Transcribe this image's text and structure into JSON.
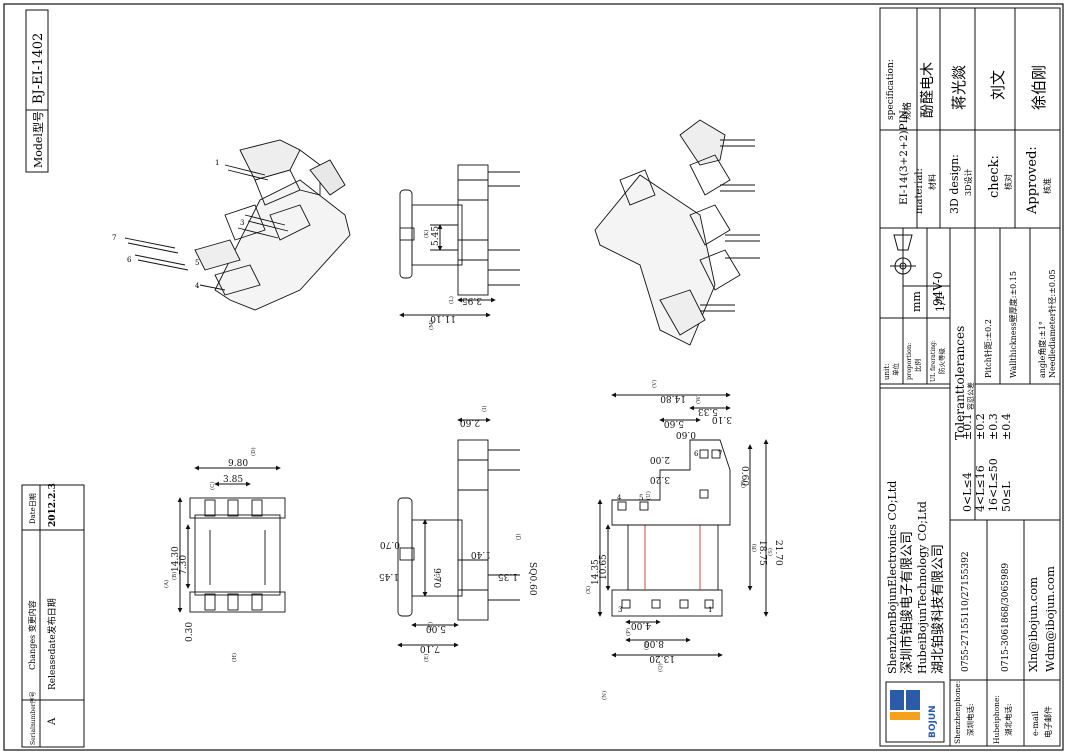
{
  "model": {
    "label": "Model型号",
    "value": "BJ-EI-1402"
  },
  "changes": {
    "headers": {
      "serial": "Serialnumber序号",
      "content": "Changes 变更内容",
      "date": "Date日期"
    },
    "rows": [
      {
        "serial": "A",
        "content": "Releasedate发布日期",
        "date": "2012.2.3"
      }
    ]
  },
  "title_block": {
    "specification": {
      "label": "specification:",
      "label_cn": "规格",
      "value": "EI-14(3+2+2)PIN"
    },
    "material": {
      "label": "material:",
      "label_cn": "材料",
      "value": "酚醛电木"
    },
    "design": {
      "label": "3D design:",
      "label_cn": "3D设计",
      "value": "蒋光燚"
    },
    "check": {
      "label": "check:",
      "label_cn": "核对",
      "value": "刘文"
    },
    "approved": {
      "label": "Approved:",
      "label_cn": "核准",
      "value": "徐伯刚"
    },
    "unit": {
      "label": "unit:",
      "label_cn": "单位",
      "value": "mm"
    },
    "proportion": {
      "label": "proportion:",
      "label_cn": "比例",
      "value": "1/1"
    },
    "ul": {
      "label": "UL firerating:",
      "label_cn": "防火等级",
      "value": "94V-0"
    },
    "tolerance_title": "Toleranttolerances",
    "tolerance_title_cn": "容忍公差",
    "tolerances": [
      {
        "range": "0<L≤4",
        "value": "±0.1"
      },
      {
        "range": "4<L≤16",
        "value": "±0.2"
      },
      {
        "range": "16<L≤50",
        "value": "±0.3"
      },
      {
        "range": "50≤L",
        "value": "±0.4"
      }
    ],
    "specs": [
      "Pitch针距:±0.2",
      "Wallthickness壁厚度:±0.15",
      "angle角度:±1°",
      "Needlediameter针径:±0.05"
    ]
  },
  "company": {
    "names": [
      "ShenzhenBojunElectronics CO;Ltd",
      "深圳市铂骏电子有限公司",
      "HubeiBojunTechnology CO;Ltd",
      "湖北铂骏科技有限公司"
    ],
    "logo_text": "BOJUN",
    "contacts": [
      {
        "label": "Shenzhenphone:",
        "label_cn": "深圳电话:",
        "value": "0755-27155110/27155392"
      },
      {
        "label": "Hubeiphone:",
        "label_cn": "湖北电话:",
        "value": "0715-3061868/3065989"
      },
      {
        "label": "e-mail",
        "label_cn": "电子邮件",
        "value": "Xln@ibojun.com",
        "value2": "Wdm@ibojun.com"
      }
    ]
  },
  "pins": [
    "1",
    "2",
    "3",
    "4",
    "5",
    "6",
    "7"
  ],
  "dimensions": {
    "d1": "5.45",
    "d2": "3.95",
    "d3": "11.10",
    "d4": "2.60",
    "d5": "0.70",
    "d6": "1.40",
    "d7": "1.45",
    "d8": "1.35",
    "d9": "9.70",
    "d10": "SQ0.60",
    "d11": "5.00",
    "d12": "7.10",
    "d13": "9.80",
    "d14": "3.85",
    "d15": "14.30",
    "d16": "7.30",
    "d17": "0.30",
    "d18": "14.80",
    "d19": "5.33",
    "d20": "3.10",
    "d21": "5.60",
    "d22": "0.60",
    "d23": "2.00",
    "d24": "3.20",
    "d25": "0.60",
    "d26": "18.75",
    "d27": "21.70",
    "d28": "14.35",
    "d29": "10.65",
    "d30": "4.00",
    "d31": "8.00",
    "d32": "13.20"
  },
  "dim_tags": {
    "t1": "(A)",
    "t2": "(B)",
    "t3": "(C)",
    "t4": "(D)",
    "t5": "(E)",
    "t6": "(F)",
    "t7": "(G)",
    "t8": "(H)",
    "t9": "(I)",
    "t10": "(J)",
    "t11": "(K)",
    "t12": "(L)",
    "t13": "(M)",
    "t14": "(N)",
    "t15": "(O)",
    "t16": "(P)",
    "t17": "(Q)",
    "t18": "(R)",
    "t19": "(S)",
    "t20": "(T)",
    "t21": "(U)",
    "t22": "(V)",
    "t23": "(W)",
    "t24": "(X)"
  }
}
